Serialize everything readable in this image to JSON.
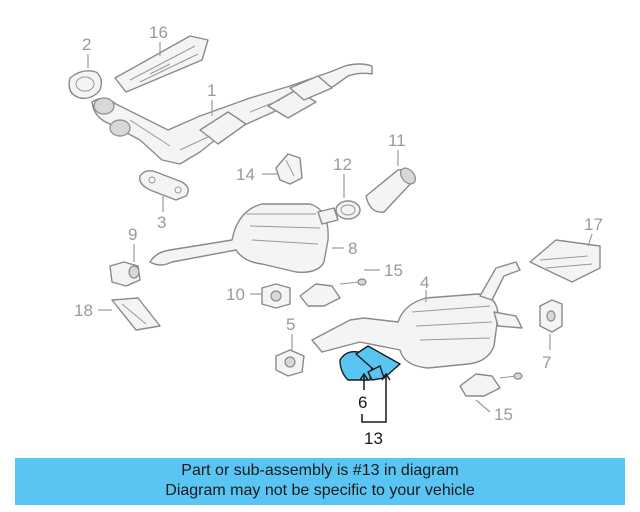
{
  "diagram": {
    "callouts": {
      "c1": "1",
      "c2": "2",
      "c3": "3",
      "c4": "4",
      "c5": "5",
      "c6": "6",
      "c7": "7",
      "c8": "8",
      "c9": "9",
      "c10": "10",
      "c11": "11",
      "c12": "12",
      "c13": "13",
      "c14": "14",
      "c15a": "15",
      "c15b": "15",
      "c16": "16",
      "c17": "17",
      "c18": "18"
    },
    "highlight_color": "#59c5f3"
  },
  "banner": {
    "line1": "Part or sub-assembly is #13 in diagram",
    "line2": "Diagram may not be specific to your vehicle"
  }
}
